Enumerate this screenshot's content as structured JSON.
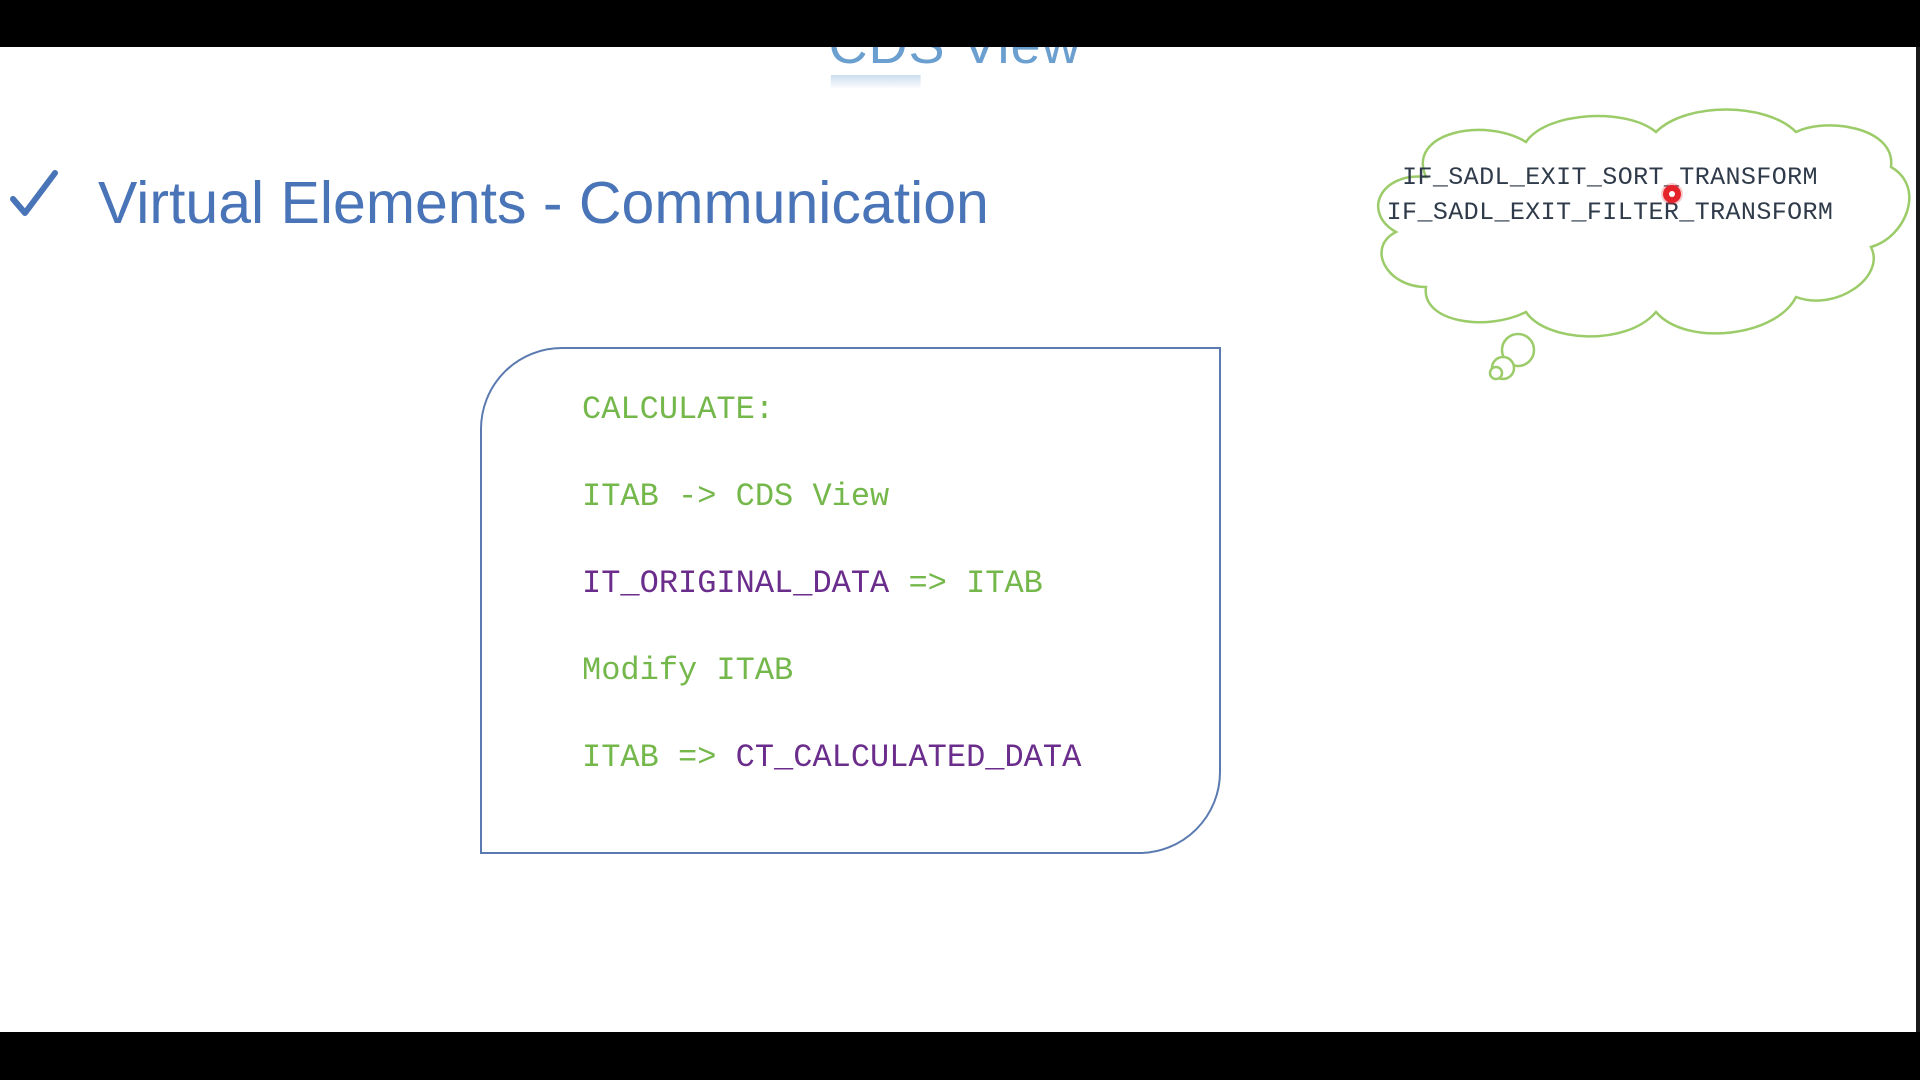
{
  "slide": {
    "title": "CDS View",
    "heading": "Virtual Elements - Communication"
  },
  "cloud": {
    "line1": "IF_SADL_EXIT_SORT_TRANSFORM",
    "line2": "IF_SADL_EXIT_FILTER_TRANSFORM"
  },
  "code": {
    "line1": "CALCULATE:",
    "line2": "ITAB -> CDS View",
    "line3_a": "IT_ORIGINAL_DATA",
    "line3_b": " => ITAB",
    "line4": "Modify ITAB",
    "line5_a": "ITAB => ",
    "line5_b": "CT_CALCULATED_DATA"
  },
  "colors": {
    "heading": "#4a74b8",
    "code_green": "#74b74a",
    "code_purple": "#6b2d8c",
    "cloud_outline": "#9ccc6a",
    "box_border": "#5a7ab0"
  },
  "icons": {
    "bullet": "checkmark-icon",
    "cursor": "pointer-dot-icon"
  }
}
